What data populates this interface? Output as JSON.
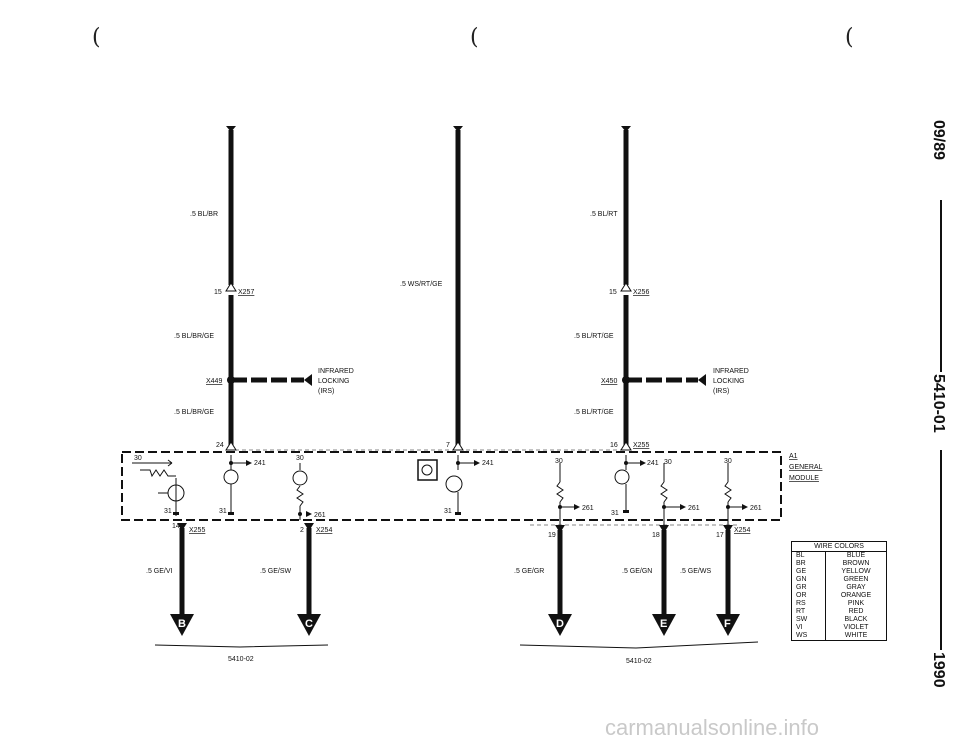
{
  "page_marks": {
    "paren": "("
  },
  "side_header": {
    "date": "09/89",
    "code": "5410-01",
    "year": "1990"
  },
  "watermark": "carmanualsonline.info",
  "wires": {
    "left_top": ".5 BL/BR",
    "left_mid": ".5 BL/BR/GE",
    "left_low": ".5 BL/BR/GE",
    "center": ".5 WS/RT/GE",
    "right_top": ".5 BL/RT",
    "right_mid": ".5 BL/RT/GE",
    "right_low": ".5 BL/RT/GE",
    "out_b": ".5 GE/VI",
    "out_c": ".5 GE/SW",
    "out_d": ".5 GE/GR",
    "out_e": ".5 GE/GN",
    "out_f": ".5 GE/WS"
  },
  "connectors": {
    "x257": "X257",
    "x256": "X256",
    "x449": "X449",
    "x450": "X450",
    "x255_top": "X255",
    "x255_bot": "X255",
    "x254_left": "X254",
    "x254_right": "X254"
  },
  "pins": {
    "p15a": "15",
    "p15b": "15",
    "p24": "24",
    "p7": "7",
    "p16": "16",
    "p14": "14",
    "p2": "2",
    "p19": "19",
    "p18": "18",
    "p17": "17"
  },
  "terminals": {
    "t30": "30",
    "t31": "31",
    "t241": "241",
    "t261": "261"
  },
  "component": {
    "line1": "INFRARED",
    "line2": "LOCKING",
    "line3": "(IRS)"
  },
  "module": {
    "ref": "A1",
    "line1": "GENERAL",
    "line2": "MODULE"
  },
  "outputs": {
    "b": "B",
    "c": "C",
    "d": "D",
    "e": "E",
    "f": "F"
  },
  "page_refs": {
    "left": "5410-02",
    "right": "5410-02"
  },
  "wire_colors": {
    "title": "WIRE COLORS",
    "rows": [
      [
        "BL",
        "BLUE"
      ],
      [
        "BR",
        "BROWN"
      ],
      [
        "GE",
        "YELLOW"
      ],
      [
        "GN",
        "GREEN"
      ],
      [
        "GR",
        "GRAY"
      ],
      [
        "OR",
        "ORANGE"
      ],
      [
        "RS",
        "PINK"
      ],
      [
        "RT",
        "RED"
      ],
      [
        "SW",
        "BLACK"
      ],
      [
        "VI",
        "VIOLET"
      ],
      [
        "WS",
        "WHITE"
      ]
    ]
  }
}
